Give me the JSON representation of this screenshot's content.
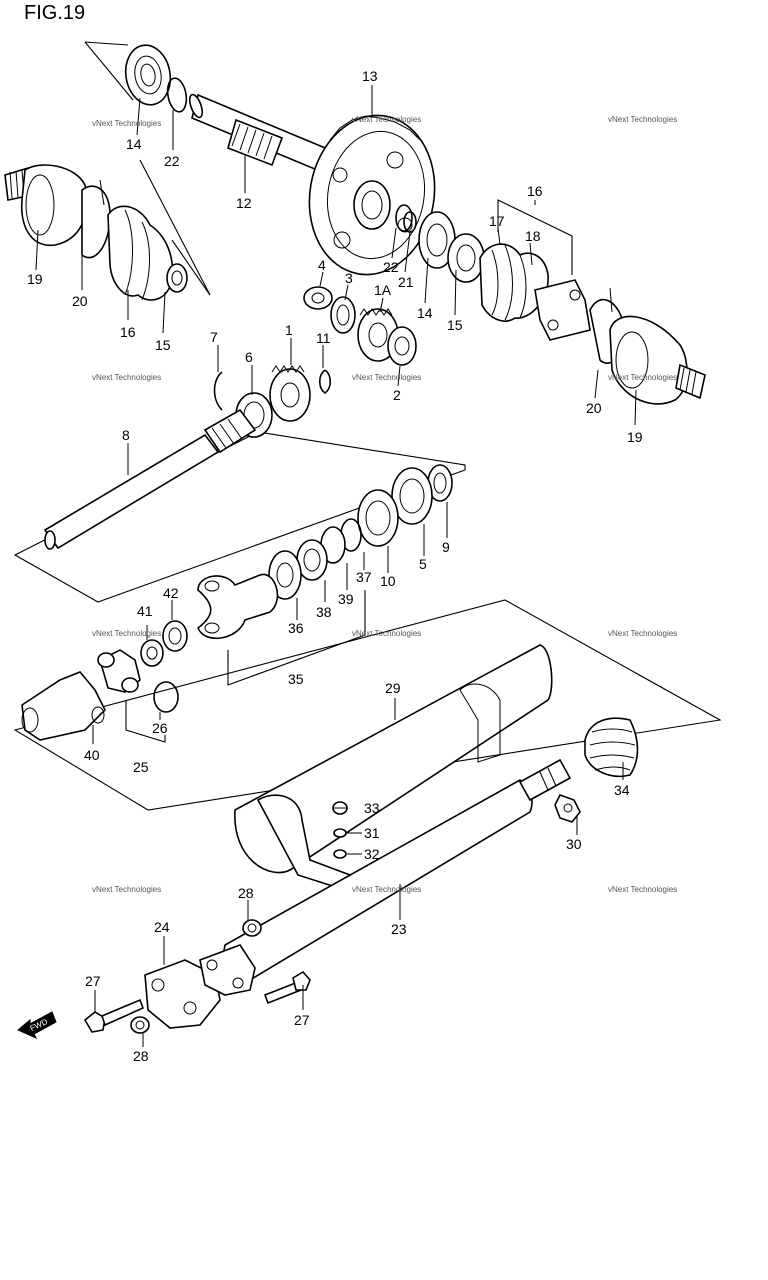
{
  "figure_title": "FIG.19",
  "watermark_text": "vNext Technologies",
  "fwd_label": "FWD",
  "callouts": [
    "14",
    "22",
    "12",
    "13",
    "22",
    "21",
    "4",
    "3",
    "1A",
    "16",
    "17",
    "18",
    "14",
    "15",
    "19",
    "20",
    "16",
    "15",
    "7",
    "6",
    "1",
    "11",
    "2",
    "20",
    "19",
    "8",
    "9",
    "5",
    "10",
    "37",
    "39",
    "38",
    "36",
    "35",
    "42",
    "41",
    "26",
    "40",
    "25",
    "29",
    "34",
    "33",
    "31",
    "32",
    "30",
    "28",
    "24",
    "23",
    "27",
    "28",
    "27"
  ]
}
